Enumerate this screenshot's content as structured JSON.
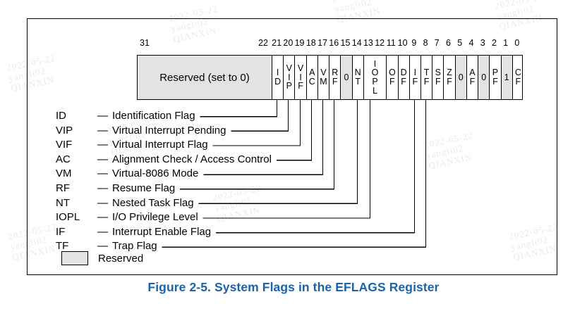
{
  "figure": {
    "caption": "Figure 2-5.  System Flags in the EFLAGS Register",
    "caption_color": "#1a63ad"
  },
  "register": {
    "reserved_label": "Reserved (set to 0)",
    "reserved_shade_color": "#e3e3e3",
    "bit_numbers": [
      "31",
      "22",
      "21",
      "20",
      "19",
      "18",
      "17",
      "16",
      "15",
      "14",
      "13",
      "12",
      "11",
      "10",
      "9",
      "8",
      "7",
      "6",
      "5",
      "4",
      "3",
      "2",
      "1",
      "0"
    ],
    "cells": [
      {
        "bits": "31-22",
        "label": "Reserved (set to 0)",
        "shaded": true,
        "wide": true
      },
      {
        "bits": "21",
        "label": "ID",
        "shaded": false,
        "wide": false
      },
      {
        "bits": "20",
        "label": "VIP",
        "shaded": false,
        "wide": false
      },
      {
        "bits": "19",
        "label": "VIF",
        "shaded": false,
        "wide": false
      },
      {
        "bits": "18",
        "label": "AC",
        "shaded": false,
        "wide": false
      },
      {
        "bits": "17",
        "label": "VM",
        "shaded": false,
        "wide": false
      },
      {
        "bits": "16",
        "label": "RF",
        "shaded": false,
        "wide": false
      },
      {
        "bits": "15",
        "label": "0",
        "shaded": true,
        "wide": false
      },
      {
        "bits": "14",
        "label": "NT",
        "shaded": false,
        "wide": false
      },
      {
        "bits": "13-12",
        "label": "IOPL",
        "shaded": false,
        "wide": false
      },
      {
        "bits": "11",
        "label": "OF",
        "shaded": false,
        "wide": false
      },
      {
        "bits": "10",
        "label": "DF",
        "shaded": false,
        "wide": false
      },
      {
        "bits": "9",
        "label": "IF",
        "shaded": false,
        "wide": false
      },
      {
        "bits": "8",
        "label": "TF",
        "shaded": false,
        "wide": false
      },
      {
        "bits": "7",
        "label": "SF",
        "shaded": false,
        "wide": false
      },
      {
        "bits": "6",
        "label": "ZF",
        "shaded": false,
        "wide": false
      },
      {
        "bits": "5",
        "label": "0",
        "shaded": true,
        "wide": false
      },
      {
        "bits": "4",
        "label": "AF",
        "shaded": false,
        "wide": false
      },
      {
        "bits": "3",
        "label": "0",
        "shaded": true,
        "wide": false
      },
      {
        "bits": "2",
        "label": "PF",
        "shaded": false,
        "wide": false
      },
      {
        "bits": "1",
        "label": "1",
        "shaded": true,
        "wide": false
      },
      {
        "bits": "0",
        "label": "CF",
        "shaded": false,
        "wide": false
      }
    ]
  },
  "legend": {
    "dash": "—",
    "entries": [
      {
        "abbr": "ID",
        "desc": "Identification Flag"
      },
      {
        "abbr": "VIP",
        "desc": "Virtual Interrupt Pending"
      },
      {
        "abbr": "VIF",
        "desc": "Virtual Interrupt Flag"
      },
      {
        "abbr": "AC",
        "desc": "Alignment Check / Access Control"
      },
      {
        "abbr": "VM",
        "desc": "Virtual-8086 Mode"
      },
      {
        "abbr": "RF",
        "desc": "Resume Flag"
      },
      {
        "abbr": "NT",
        "desc": "Nested Task Flag"
      },
      {
        "abbr": "IOPL",
        "desc": "I/O Privilege Level"
      },
      {
        "abbr": "IF",
        "desc": "Interrupt Enable Flag"
      },
      {
        "abbr": "TF",
        "desc": "Trap Flag"
      }
    ],
    "reserved_key": "Reserved"
  },
  "watermark": {
    "line1": "2022-05-22",
    "line2": "yangli02",
    "line3": "QIANXIN"
  }
}
